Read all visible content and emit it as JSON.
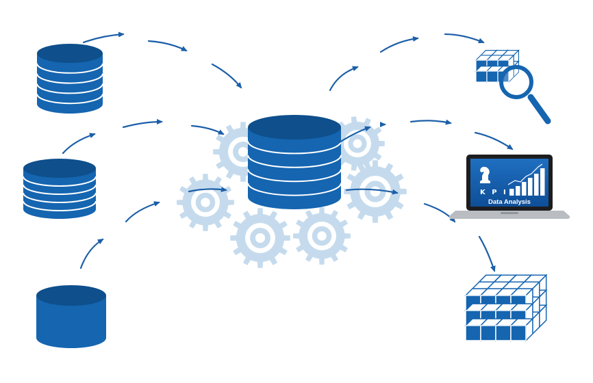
{
  "diagram": {
    "nodes": [
      {
        "id": "source-db-1",
        "icon": "database-icon"
      },
      {
        "id": "source-db-2",
        "icon": "database-icon"
      },
      {
        "id": "source-db-3",
        "icon": "database-icon"
      },
      {
        "id": "central-db",
        "icon": "database-with-gears-icon"
      },
      {
        "id": "cube-search",
        "icon": "cube-magnifier-icon"
      },
      {
        "id": "laptop-analytics",
        "icon": "laptop-chart-icon"
      },
      {
        "id": "data-cube",
        "icon": "data-cube-icon"
      }
    ],
    "edges": [
      {
        "from": "source-db-1",
        "to": "central-db"
      },
      {
        "from": "source-db-2",
        "to": "central-db"
      },
      {
        "from": "source-db-3",
        "to": "central-db"
      },
      {
        "from": "central-db",
        "to": "cube-search"
      },
      {
        "from": "central-db",
        "to": "laptop-analytics"
      },
      {
        "from": "central-db",
        "to": "data-cube"
      }
    ]
  },
  "laptop": {
    "kpi_label": "K P I",
    "caption": "Data Analysis"
  },
  "colors": {
    "primary_blue": "#1565b0",
    "dark_blue": "#0e4f8c",
    "gear_blue": "#c5dbed",
    "arrow_blue": "#1c5fa8"
  }
}
